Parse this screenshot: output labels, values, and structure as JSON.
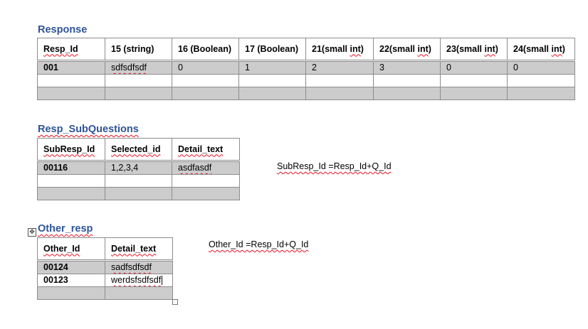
{
  "response": {
    "title": "Response",
    "headers": [
      "Resp_Id",
      "15 (string)",
      "16 (Boolean)",
      "17 (Boolean)",
      "21(small int)",
      "22(small int)",
      "23(small int)",
      "24(small int)"
    ],
    "row1": [
      "001",
      "sdfsdfsdf",
      "0",
      "1",
      "2",
      "3",
      "0",
      "0"
    ]
  },
  "subquestions": {
    "title": "Resp_SubQuestions",
    "headers": [
      "SubResp_Id",
      "Selected_id",
      "Detail_text"
    ],
    "row1": [
      "00116",
      "1,2,3,4",
      "asdfasdf"
    ],
    "note": "SubResp_Id =Resp_Id+Q_Id"
  },
  "other": {
    "title": "Other_resp",
    "headers": [
      "Other_Id",
      "Detail_text"
    ],
    "row1": [
      "00124",
      "sadfsdfsdf"
    ],
    "row2": [
      "00123",
      "werdsfsdfsdf"
    ],
    "note": "Other_Id =Resp_Id+Q_Id",
    "move_icon": "move-cross-icon"
  }
}
